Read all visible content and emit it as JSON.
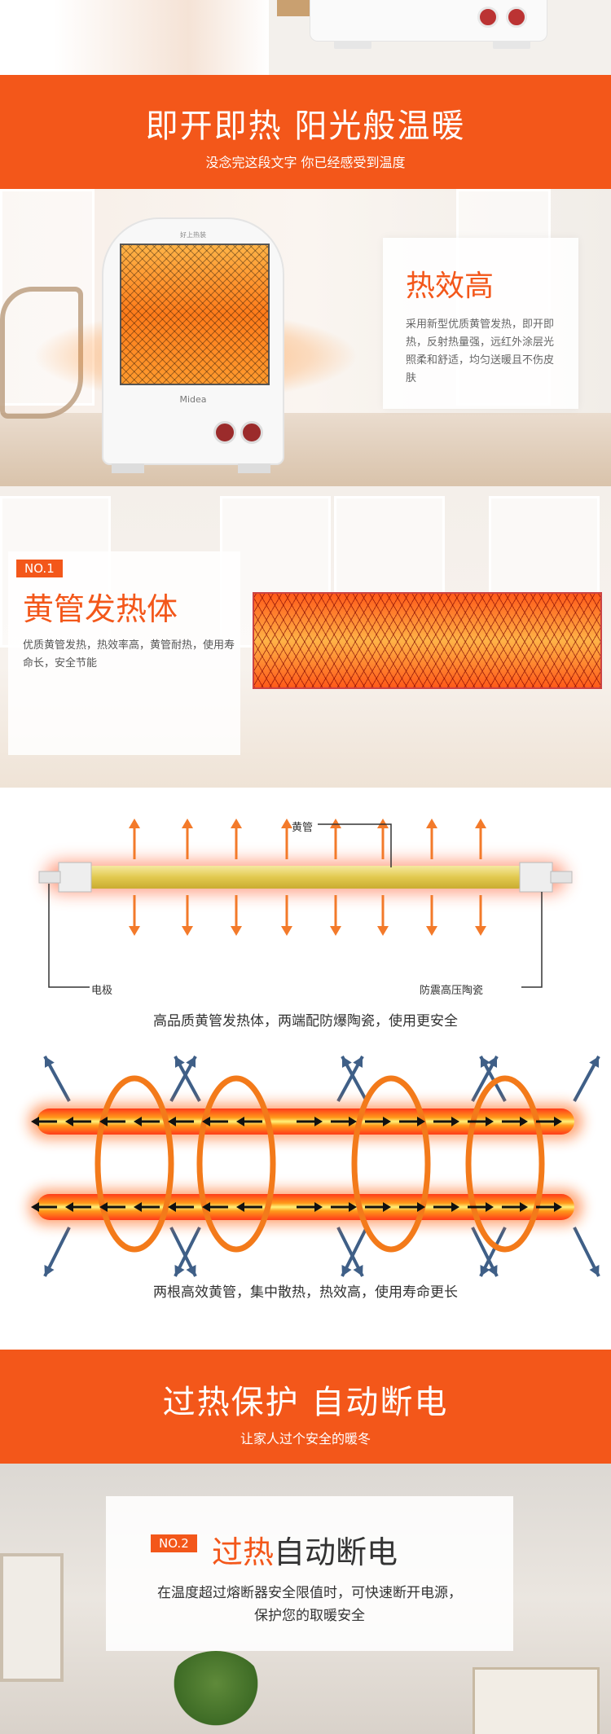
{
  "banner1": {
    "title": "即开即热 阳光般温暖",
    "subtitle": "没念完这段文字 你已经感受到温度"
  },
  "efficiency": {
    "heater_brand_line": "好上热装",
    "heater_logo": "Midea",
    "title": "热效高",
    "body": "采用新型优质黄管发热，即开即热，反射热量强，远红外涂层光照柔和舒适，均匀送暖且不伤皮肤"
  },
  "no1": {
    "tag": "NO.1",
    "title": "黄管发热体",
    "body": "优质黄管发热，热效率高，黄管耐热，使用寿命长，安全节能"
  },
  "diagram1": {
    "label_tube": "黄管",
    "label_electrode": "电极",
    "label_ceramic": "防震高压陶瓷",
    "caption": "高品质黄管发热体，两端配防爆陶瓷，使用更安全"
  },
  "diagram2": {
    "caption": "两根高效黄管，集中散热，热效高，使用寿命更长"
  },
  "banner2": {
    "title": "过热保护 自动断电",
    "subtitle": "让家人过个安全的暖冬"
  },
  "no2": {
    "tag": "NO.2",
    "title_highlight": "过热",
    "title_rest": "自动断电",
    "body_line1": "在温度超过熔断器安全限值时，可快速断开电源，",
    "body_line2": "保护您的取暖安全"
  },
  "colors": {
    "accent": "#f3571a",
    "tube_yellow": "#e8d36a",
    "arrow_blue": "#3f5f87"
  }
}
